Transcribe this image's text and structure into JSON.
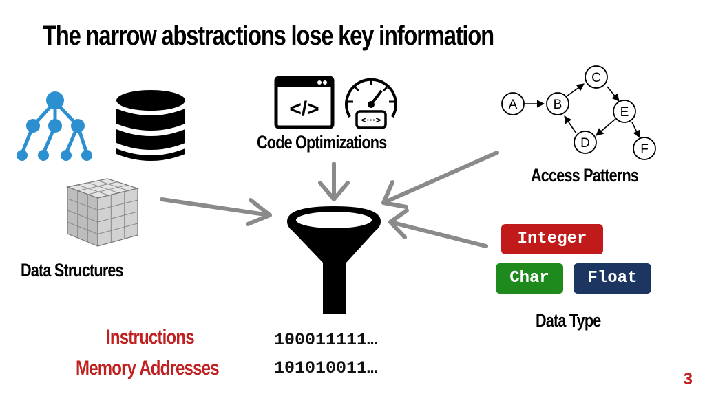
{
  "title": "The narrow abstractions lose key information",
  "labels": {
    "code_optimizations": "Code Optimizations",
    "access_patterns": "Access Patterns",
    "data_structures": "Data Structures",
    "data_type": "Data Type",
    "instructions": "Instructions",
    "memory_addresses": "Memory Addresses"
  },
  "binary": {
    "line1": "100011111…",
    "line2": "101010011…"
  },
  "graph_nodes": [
    "A",
    "B",
    "C",
    "D",
    "E",
    "F"
  ],
  "type_chips": {
    "integer": "Integer",
    "char": "Char",
    "float": "Float"
  },
  "page_number": "3",
  "colors": {
    "accent_red": "#c0201f",
    "tree_blue": "#2b8fd0",
    "arrow_gray": "#8a8a8a",
    "chip_integer": "#c01a1a",
    "chip_char": "#1e8a1e",
    "chip_float": "#1c3561"
  }
}
